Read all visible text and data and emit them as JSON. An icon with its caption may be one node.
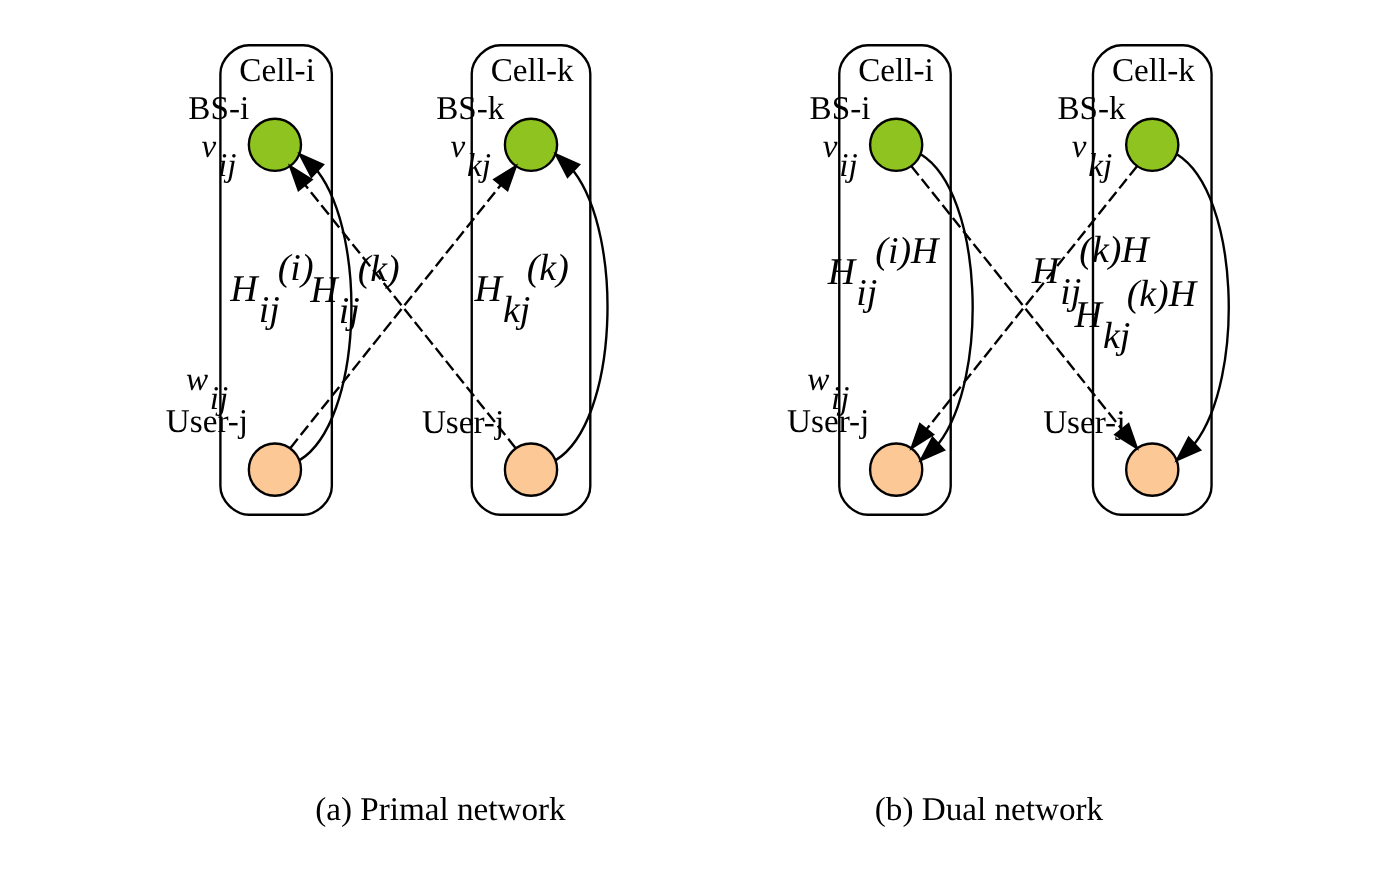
{
  "diagram": {
    "nodes": [
      {
        "text": [
          "Cell-i"
        ]
      },
      {
        "text": [],
        "shape": "circle",
        "in": 0,
        "beside": [
          "BS-i",
          "v$_{ij}$"
        ]
      },
      {
        "text": [],
        "shape": "circle",
        "in": 0,
        "beside": [
          "w$_{ij}$",
          "User-j"
        ]
      },
      {
        "text": [
          "Cell-k"
        ]
      },
      {
        "text": [],
        "shape": "circle",
        "in": 3,
        "beside": [
          "BS-k",
          "v$_{kj}$"
        ]
      },
      {
        "text": [],
        "shape": "circle",
        "in": 3,
        "beside": [
          "User-j"
        ]
      },
      {
        "text": [
          "Cell-i"
        ]
      },
      {
        "text": [],
        "shape": "circle",
        "in": 6,
        "beside": [
          "BS-i",
          "v$_{ij}$"
        ]
      },
      {
        "text": [],
        "shape": "circle",
        "in": 6,
        "beside": [
          "w$_{ij}$",
          "User-j"
        ]
      },
      {
        "text": [
          "Cell-k"
        ]
      },
      {
        "text": [],
        "shape": "circle",
        "in": 9,
        "beside": [
          "BS-k",
          "v$_{kj}$"
        ]
      },
      {
        "text": [],
        "shape": "circle",
        "in": 9,
        "beside": [
          "User-j"
        ]
      }
    ],
    "edges": [
      {
        "from": 2,
        "to": 1,
        "arrow": "to",
        "label": "H$_{ij}$$^{(i)}$"
      },
      {
        "from": 2,
        "to": 4,
        "arrow": "to",
        "style": "dashed",
        "label": "H$_{ij}$$^{(k)}$"
      },
      {
        "from": 5,
        "to": 1,
        "arrow": "to",
        "style": "dashed"
      },
      {
        "from": 5,
        "to": 4,
        "arrow": "to",
        "label": "H$_{kj}$$^{(k)}$"
      },
      {
        "from": 7,
        "to": 8,
        "arrow": "to",
        "label": "H$_{ij}$$^{(i)H}$"
      },
      {
        "from": 7,
        "to": 11,
        "arrow": "to",
        "style": "dashed"
      },
      {
        "from": 10,
        "to": 8,
        "arrow": "to",
        "style": "dashed",
        "label": "H$_{ij}$$^{(k)H}$"
      },
      {
        "from": 10,
        "to": 11,
        "arrow": "to",
        "label": "H$_{kj}$$^{(k)H}$"
      }
    ],
    "labels": [
      "(a) Primal network",
      "(b) Dual network"
    ]
  }
}
